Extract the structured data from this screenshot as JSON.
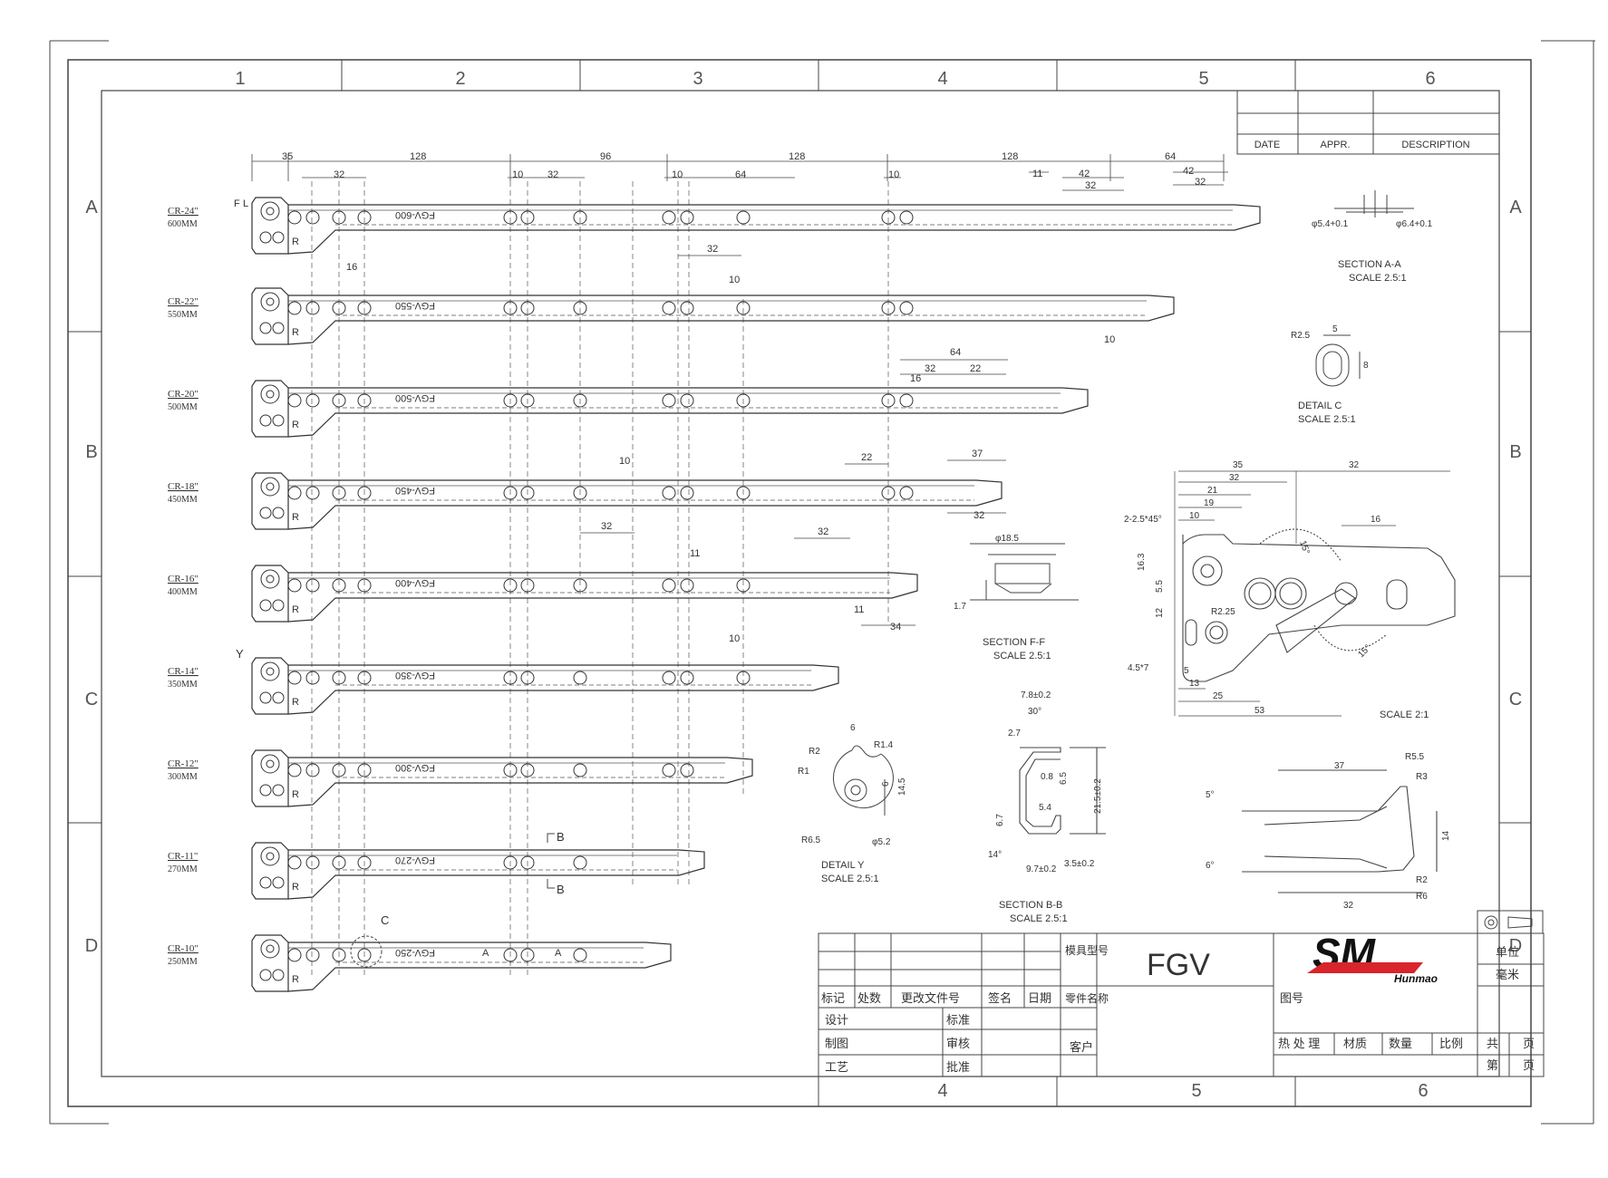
{
  "colors": {
    "line": "#3a3a3a",
    "logo_red": "#d8242a",
    "logo_black": "#111111"
  },
  "zones": {
    "columns": [
      "1",
      "2",
      "3",
      "4",
      "5",
      "6"
    ],
    "rows": [
      "A",
      "B",
      "C",
      "D"
    ],
    "bottom_columns": [
      "4",
      "5",
      "6"
    ]
  },
  "revision_table": {
    "headers": [
      "DATE",
      "APPR.",
      "DESCRIPTION"
    ]
  },
  "slides": [
    {
      "code": "CR-24\"",
      "size": "600MM",
      "marking": "FGV-600"
    },
    {
      "code": "CR-22\"",
      "size": "550MM",
      "marking": "FGV-550"
    },
    {
      "code": "CR-20\"",
      "size": "500MM",
      "marking": "FGV-500"
    },
    {
      "code": "CR-18\"",
      "size": "450MM",
      "marking": "FGV-450"
    },
    {
      "code": "CR-16\"",
      "size": "400MM",
      "marking": "FGV-400"
    },
    {
      "code": "CR-14\"",
      "size": "350MM",
      "marking": "FGV-350"
    },
    {
      "code": "CR-12\"",
      "size": "300MM",
      "marking": "FGV-300"
    },
    {
      "code": "CR-11\"",
      "size": "270MM",
      "marking": "FGV-270"
    },
    {
      "code": "CR-10\"",
      "size": "250MM",
      "marking": "FGV-250"
    }
  ],
  "top_dimensions": [
    "35",
    "32",
    "128",
    "96",
    "128",
    "128",
    "64",
    "10",
    "32",
    "10",
    "64",
    "10",
    "11",
    "42",
    "32",
    "42",
    "32"
  ],
  "dims": {
    "d16": "16",
    "d32a": "32",
    "d10a": "10",
    "d10b": "10",
    "d64b": "64",
    "d32b": "32",
    "d22a": "22",
    "d16b": "16",
    "d10c": "10",
    "d22b": "22",
    "d37": "37",
    "d32c": "32",
    "d32d": "32",
    "d32e": "32",
    "d11a": "11",
    "d11b": "11",
    "d34": "34",
    "d10d": "10"
  },
  "markers": {
    "F": "F",
    "L": "L",
    "R": "R",
    "Y": "Y",
    "B1": "B",
    "B2": "B",
    "C": "C",
    "A1": "A",
    "A2": "A"
  },
  "section_aa": {
    "title": "SECTION  A-A",
    "scale": "SCALE  2.5:1",
    "left_dia": "φ5.4+0.1",
    "right_dia": "φ6.4+0.1"
  },
  "detail_c": {
    "title": "DETAIL  C",
    "scale": "SCALE  2.5:1",
    "r": "R2.5",
    "w": "5",
    "h": "8"
  },
  "detail_main": {
    "scale": "SCALE  2:1",
    "labels": [
      "35",
      "32",
      "21",
      "19",
      "10",
      "32",
      "16",
      "2-2.5*45°",
      "16.3",
      "5.5",
      "12",
      "R2.25",
      "4.5*7",
      "5",
      "13",
      "25",
      "53",
      "15°",
      "15°"
    ]
  },
  "section_ff": {
    "title": "SECTION  F-F",
    "scale": "SCALE  2.5:1",
    "dia": "φ18.5",
    "t": "1.7"
  },
  "detail_y": {
    "title": "DETAIL  Y",
    "scale": "SCALE  2.5:1",
    "labels": [
      "6",
      "R2",
      "R1.4",
      "R1",
      "6",
      "14.5",
      "R6.5",
      "φ5.2"
    ]
  },
  "section_bb": {
    "title": "SECTION  B-B",
    "scale": "SCALE  2.5:1",
    "labels": [
      "7.8±0.2",
      "30°",
      "2.7",
      "0.8",
      "6.5",
      "5.4",
      "21.5±0.2",
      "6.7",
      "14°",
      "9.7±0.2",
      "3.5±0.2"
    ]
  },
  "detail_end": {
    "labels": [
      "37",
      "R5.5",
      "R3",
      "5°",
      "14",
      "6°",
      "R2",
      "R6",
      "32"
    ]
  },
  "title_block": {
    "mold_type_label": "模具型号",
    "mold_type": "FGV",
    "unit_label": "单位",
    "unit": "毫米",
    "part_name_label": "零件名称",
    "drawing_no_label": "图号",
    "customer_label": "客户",
    "headers": [
      "标记",
      "处数",
      "更改文件号",
      "签名",
      "日期"
    ],
    "rows": [
      "设计",
      "制图",
      "工艺"
    ],
    "rows2": [
      "标准",
      "审核",
      "批准"
    ],
    "bottom_headers": [
      "热 处 理",
      "材质",
      "数量",
      "比例",
      "共",
      "页"
    ],
    "page_labels": [
      "第",
      "页"
    ],
    "logo_text": "Hunmao",
    "logo_mark": "SM"
  }
}
